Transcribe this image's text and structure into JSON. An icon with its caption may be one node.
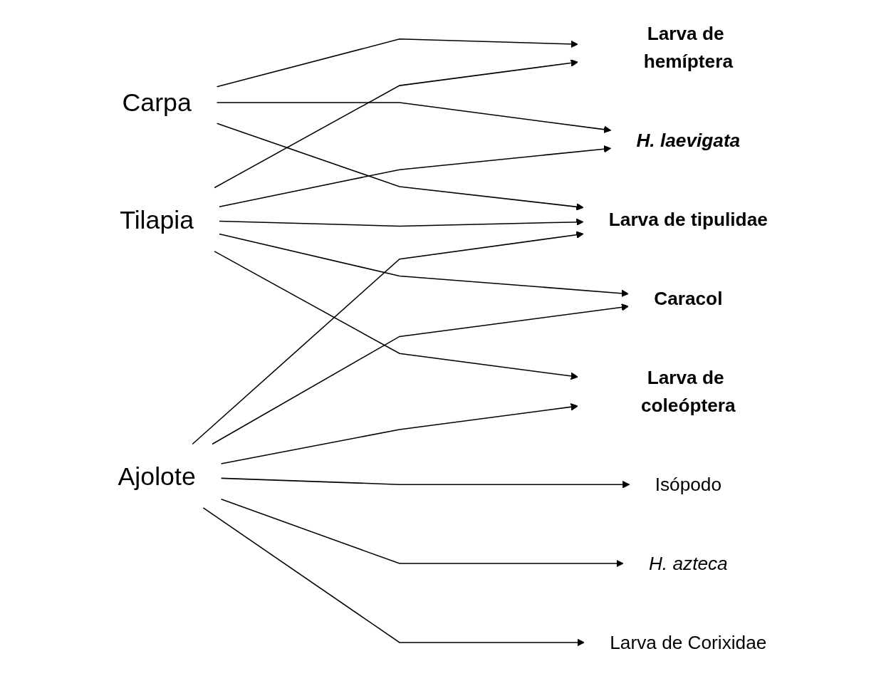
{
  "diagram": {
    "nodes": [
      {
        "text": [
          "Carpa"
        ]
      },
      {
        "text": [
          "Tilapia"
        ]
      },
      {
        "text": [
          "Ajolote"
        ]
      },
      {
        "text": [
          "Larva de hemíptera"
        ]
      },
      {
        "text": [
          "H. laevigata"
        ]
      },
      {
        "text": [
          "Larva de tipulidae"
        ]
      },
      {
        "text": [
          "Caracol"
        ]
      },
      {
        "text": [
          "Larva de coleóptera"
        ]
      },
      {
        "text": [
          "Isópodo"
        ]
      },
      {
        "text": [
          "H. azteca"
        ]
      },
      {
        "text": [
          "Larva de Corixidae"
        ]
      }
    ],
    "edges": [
      {
        "from": 0,
        "to": 3,
        "arrow": "to"
      },
      {
        "from": 0,
        "to": 4,
        "arrow": "to"
      },
      {
        "from": 0,
        "to": 5,
        "arrow": "to"
      },
      {
        "from": 1,
        "to": 3,
        "arrow": "to"
      },
      {
        "from": 1,
        "to": 4,
        "arrow": "to"
      },
      {
        "from": 1,
        "to": 5,
        "arrow": "to"
      },
      {
        "from": 1,
        "to": 6,
        "arrow": "to"
      },
      {
        "from": 1,
        "to": 7,
        "arrow": "to"
      },
      {
        "from": 2,
        "to": 5,
        "arrow": "to"
      },
      {
        "from": 2,
        "to": 6,
        "arrow": "to"
      },
      {
        "from": 2,
        "to": 7,
        "arrow": "to"
      },
      {
        "from": 2,
        "to": 8,
        "arrow": "to"
      },
      {
        "from": 2,
        "to": 9,
        "arrow": "to"
      },
      {
        "from": 2,
        "to": 10,
        "arrow": "to"
      }
    ]
  }
}
